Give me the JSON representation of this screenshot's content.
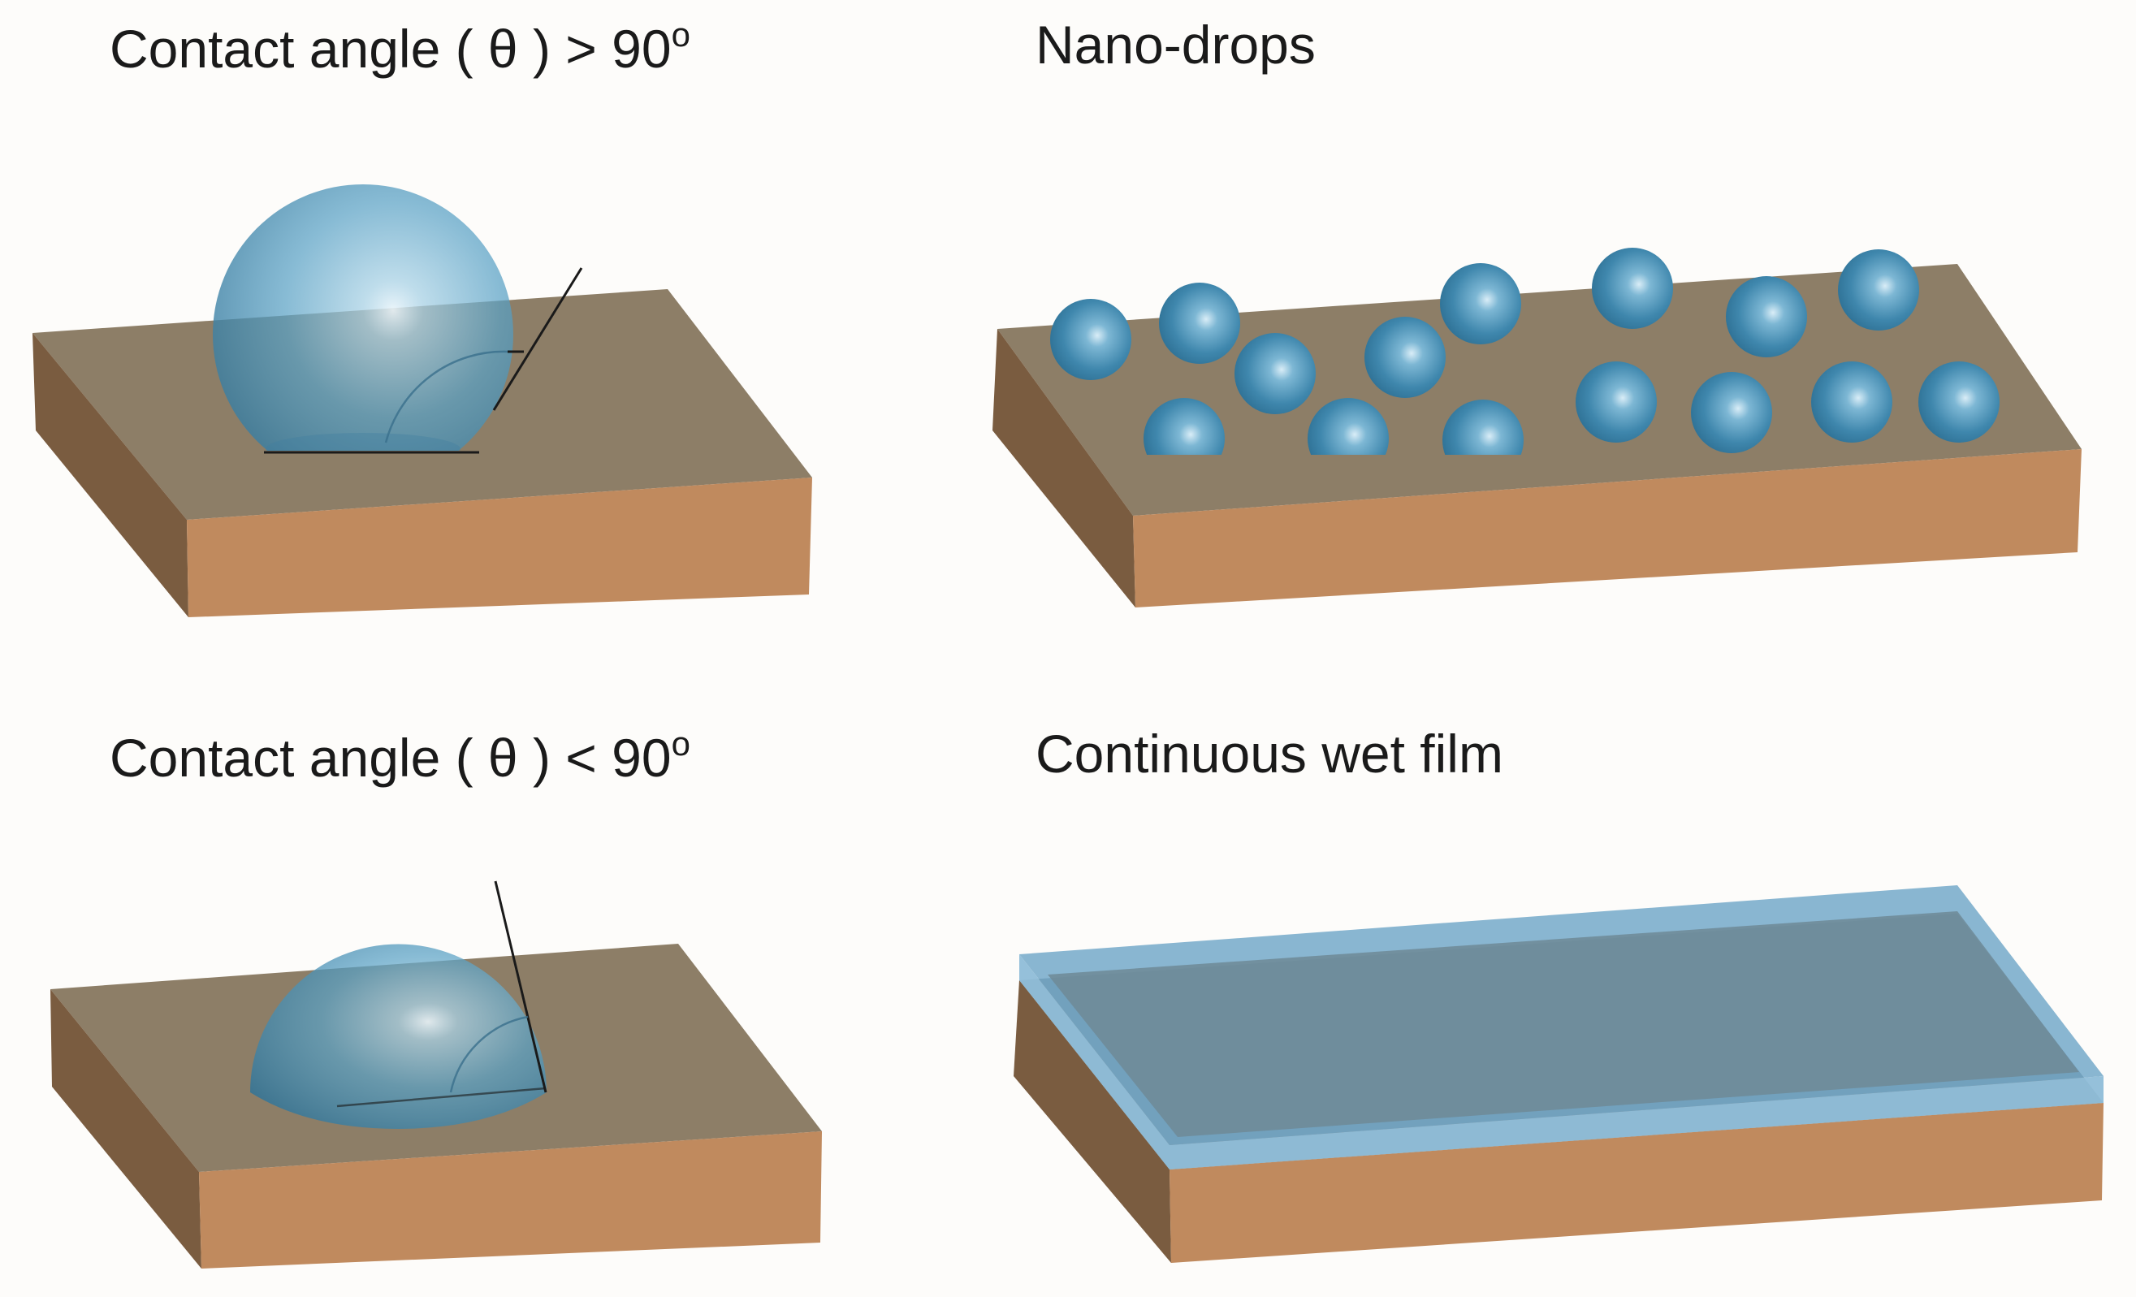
{
  "panels": [
    {
      "id": "hydrophobic",
      "title": "Contact angle ( θ ) > 90",
      "title_sup": "o"
    },
    {
      "id": "nano-drops",
      "title": "Nano-drops",
      "title_sup": ""
    },
    {
      "id": "hydrophilic",
      "title": "Contact angle ( θ ) < 90",
      "title_sup": "o"
    },
    {
      "id": "wet-film",
      "title": "Continuous wet film",
      "title_sup": ""
    }
  ],
  "colors": {
    "substrate_top": "#8d7e67",
    "substrate_front": "#c08a5e",
    "substrate_side": "#7a5c40",
    "water": "#4f98bd",
    "film": "#6fa6c8",
    "background": "#fdfcfa"
  }
}
